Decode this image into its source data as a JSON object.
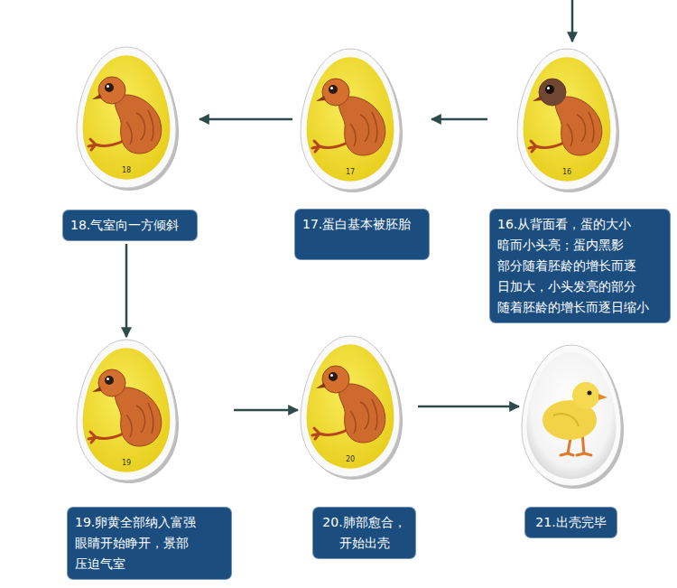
{
  "diagram": {
    "nodes": [
      {
        "text": [
          "18",
          "18.气室向一方倾斜"
        ]
      },
      {
        "text": [
          "17",
          "17.蛋白基本被胚胎"
        ]
      },
      {
        "text": [
          "16",
          "16.从背面看，蛋的大小 暗而小头亮；蛋内黑影 部分随着胚龄的增长而逐 日加大，小头发亮的部分 随着胚龄的增长而逐日缩小"
        ]
      },
      {
        "text": [
          "19",
          "19.卵黄全部纳入富强 眼睛开始睁开，景部 压迫气室"
        ]
      },
      {
        "text": [
          "20",
          "20.肺部愈合， 开始出壳"
        ]
      },
      {
        "text": [
          "21.出壳完毕"
        ]
      }
    ],
    "edges": [
      {
        "from": 2,
        "to": 1,
        "arrow": "to"
      },
      {
        "from": 1,
        "to": 0,
        "arrow": "to"
      },
      {
        "from": 0,
        "to": 3,
        "arrow": "to"
      },
      {
        "from": 3,
        "to": 4,
        "arrow": "to"
      },
      {
        "from": 4,
        "to": 5,
        "arrow": "to"
      }
    ]
  }
}
